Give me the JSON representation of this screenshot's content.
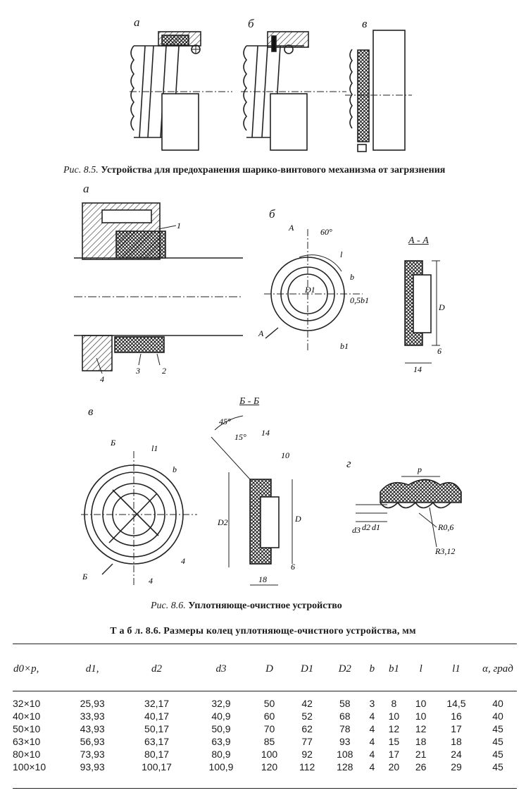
{
  "figures": {
    "fig85": {
      "sublabels": [
        "а",
        "б",
        "в"
      ],
      "caption_num": "Рис. 8.5.",
      "caption_text": "Устройства для предохранения шарико-винтового механизма от загрязнения"
    },
    "fig86": {
      "sublabels": [
        "а",
        "б",
        "в",
        "г"
      ],
      "section_labels": [
        "А - А",
        "Б - Б"
      ],
      "callouts": [
        "1",
        "2",
        "3",
        "4"
      ],
      "dims_b": [
        "А",
        "60°",
        "l",
        "b",
        "D1",
        "0,5b1",
        "b1",
        "А",
        "D",
        "6",
        "14"
      ],
      "dims_v": [
        "Б",
        "l1",
        "b",
        "45°",
        "15°",
        "14",
        "10",
        "D2",
        "D",
        "6",
        "18",
        "4",
        "4",
        "Б"
      ],
      "dims_g": [
        "p",
        "d3",
        "d2",
        "d1",
        "R0,6",
        "R3,12"
      ],
      "caption_num": "Рис. 8.6.",
      "caption_text": "Уплотняюще-очистное устройство"
    }
  },
  "table": {
    "title": "Т а б л. 8.6. Размеры колец уплотняюще-очистного устройства, мм",
    "headers": [
      "d0×p,",
      "d1,",
      "d2",
      "d3",
      "D",
      "D1",
      "D2",
      "b",
      "b1",
      "l",
      "l1",
      "α, град"
    ],
    "rows": [
      [
        "32×10",
        "25,93",
        "32,17",
        "32,9",
        "50",
        "42",
        "58",
        "3",
        "8",
        "10",
        "14,5",
        "40"
      ],
      [
        "40×10",
        "33,93",
        "40,17",
        "40,9",
        "60",
        "52",
        "68",
        "4",
        "10",
        "10",
        "16",
        "40"
      ],
      [
        "50×10",
        "43,93",
        "50,17",
        "50,9",
        "70",
        "62",
        "78",
        "4",
        "12",
        "12",
        "17",
        "45"
      ],
      [
        "63×10",
        "56,93",
        "63,17",
        "63,9",
        "85",
        "77",
        "93",
        "4",
        "15",
        "18",
        "18",
        "45"
      ],
      [
        "80×10",
        "73,93",
        "80,17",
        "80,9",
        "100",
        "92",
        "108",
        "4",
        "17",
        "21",
        "24",
        "45"
      ],
      [
        "100×10",
        "93,93",
        "100,17",
        "100,9",
        "120",
        "112",
        "128",
        "4",
        "20",
        "26",
        "29",
        "45"
      ]
    ]
  }
}
